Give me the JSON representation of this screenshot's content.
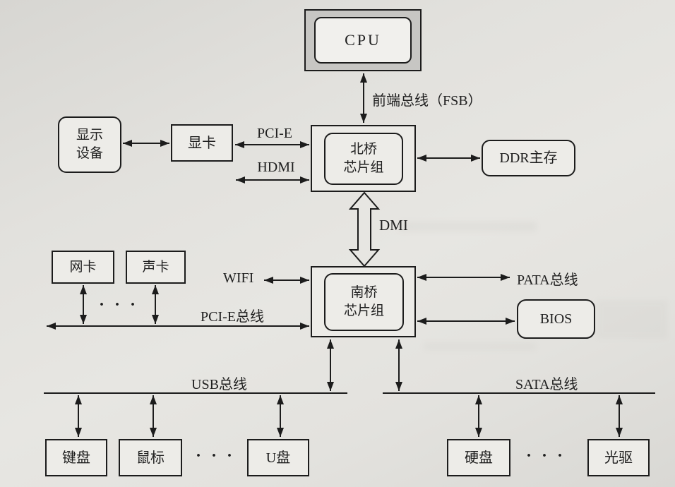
{
  "nodes": {
    "cpu": {
      "label": "CPU"
    },
    "display_device": {
      "line1": "显示",
      "line2": "设备"
    },
    "graphics_card": {
      "label": "显卡"
    },
    "north_bridge": {
      "line1": "北桥",
      "line2": "芯片组"
    },
    "ddr_memory": {
      "label": "DDR主存"
    },
    "network_card": {
      "label": "网卡"
    },
    "sound_card": {
      "label": "声卡"
    },
    "south_bridge": {
      "line1": "南桥",
      "line2": "芯片组"
    },
    "bios": {
      "label": "BIOS"
    },
    "keyboard": {
      "label": "键盘"
    },
    "mouse": {
      "label": "鼠标"
    },
    "usb_drive": {
      "label": "U盘"
    },
    "hard_disk": {
      "label": "硬盘"
    },
    "optical_drive": {
      "label": "光驱"
    }
  },
  "bus_labels": {
    "fsb": "前端总线（FSB）",
    "pci_e": "PCI-E",
    "hdmi": "HDMI",
    "dmi": "DMI",
    "wifi": "WIFI",
    "pci_e_bus": "PCI-E总线",
    "pata_bus": "PATA总线",
    "usb_bus": "USB总线",
    "sata_bus": "SATA总线"
  },
  "ellipsis": "· · ·",
  "colors": {
    "line": "#1c1c1c",
    "text": "#1f1f1f",
    "page_background": "#e0dfdb",
    "cpu_frame_fill": "#c7c6c3",
    "box_fill": "#edece8"
  }
}
